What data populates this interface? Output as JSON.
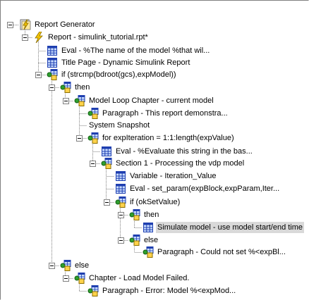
{
  "tree": {
    "nodes": [
      {
        "label": "Report Generator",
        "icon": "report-generator-icon"
      },
      {
        "label": "Report - simulink_tutorial.rpt*",
        "icon": "report-icon"
      },
      {
        "label": "Eval - %The name of the model %that wil...",
        "icon": "table-icon"
      },
      {
        "label": "Title Page - Dynamic Simulink Report",
        "icon": "table-icon"
      },
      {
        "label": "if (strcmp(bdroot(gcs),expModel))",
        "icon": "component-icon"
      },
      {
        "label": "then",
        "icon": "component-icon"
      },
      {
        "label": "Model Loop Chapter - current model",
        "icon": "component-icon"
      },
      {
        "label": "Paragraph - This report demonstra...",
        "icon": "component-icon"
      },
      {
        "label": "System Snapshot",
        "icon": "none"
      },
      {
        "label": "for expIteration = 1:1:length(expValue)",
        "icon": "component-icon"
      },
      {
        "label": "Eval - %Evaluate this string in the bas...",
        "icon": "table-icon"
      },
      {
        "label": "Section 1 - Processing the vdp model",
        "icon": "component-icon"
      },
      {
        "label": "Variable - Iteration_Value",
        "icon": "table-icon"
      },
      {
        "label": "Eval - set_param(expBlock,expParam,Iter...",
        "icon": "table-icon"
      },
      {
        "label": "if (okSetValue)",
        "icon": "component-icon"
      },
      {
        "label": "then",
        "icon": "component-icon"
      },
      {
        "label": "Simulate model - use model start/end time",
        "icon": "table-icon",
        "selected": true
      },
      {
        "label": "else",
        "icon": "component-icon"
      },
      {
        "label": "Paragraph - Could not set %<expBl...",
        "icon": "component-icon"
      },
      {
        "label": "else",
        "icon": "component-icon"
      },
      {
        "label": "Chapter - Load Model Failed.",
        "icon": "component-icon"
      },
      {
        "label": "Paragraph - Error: Model %<expMod...",
        "icon": "component-icon"
      }
    ]
  }
}
